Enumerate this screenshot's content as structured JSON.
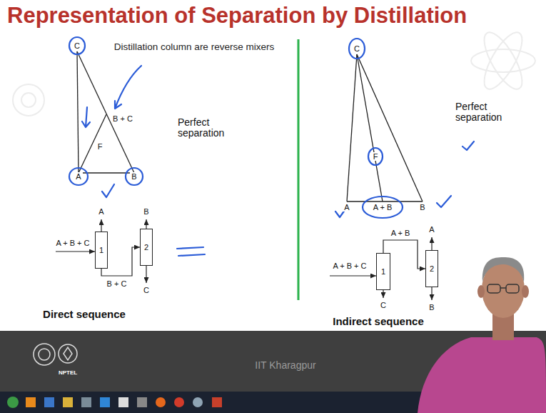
{
  "diagram": {
    "title": "Representation of Separation by Distillation",
    "nodes": [
      {
        "text": [
          "1"
        ]
      },
      {
        "text": [
          "2"
        ]
      },
      {
        "text": [
          "1"
        ]
      },
      {
        "text": [
          "2"
        ]
      }
    ],
    "edges": [
      {
        "from": 0,
        "to": 1,
        "label": "B + C",
        "arrow": "to"
      },
      {
        "from": 2,
        "to": 3,
        "label": "A + B",
        "arrow": "to"
      }
    ],
    "labels": [
      "Distillation column are reverse mixers",
      "C",
      "B + C",
      "F",
      "A",
      "B",
      "Perfect separation",
      "A + B + C",
      "A",
      "B",
      "C",
      "Direct sequence",
      "C",
      "F",
      "A",
      "A + B",
      "B",
      "Perfect separation",
      "A + B + C",
      "C",
      "A",
      "B",
      "Indirect sequence",
      "IIT Kharagpur",
      "NPTEL"
    ]
  }
}
